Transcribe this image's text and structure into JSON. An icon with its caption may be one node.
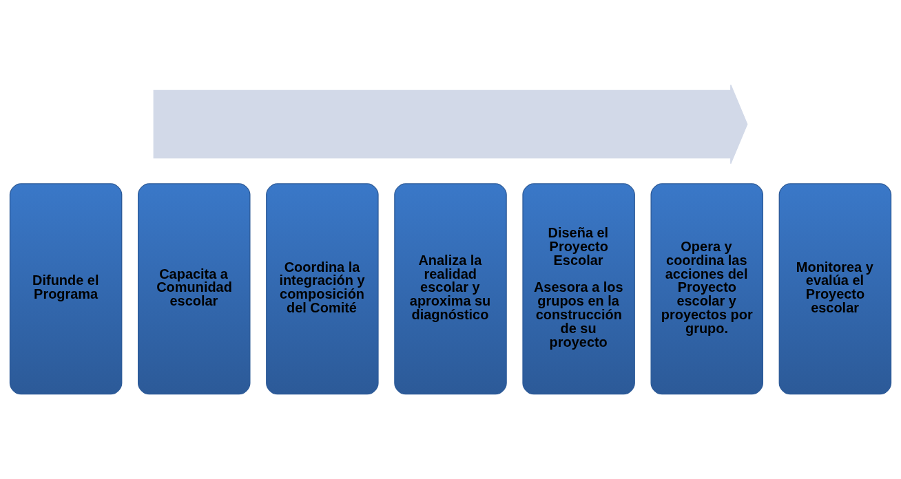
{
  "diagram": {
    "nodes": [
      {
        "text": [],
        "shape": "arrow"
      },
      {
        "text": [
          "Difunde el Programa"
        ]
      },
      {
        "text": [
          "Capacita a Comunidad escolar"
        ]
      },
      {
        "text": [
          "Coordina la integración y composición del Comité"
        ]
      },
      {
        "text": [
          "Analiza la realidad escolar y aproxima su diagnóstico"
        ]
      },
      {
        "text": [
          "Diseña el Proyecto Escolar",
          "Asesora a los grupos en la construcción de su proyecto"
        ]
      },
      {
        "text": [
          "Opera y coordina las acciones del Proyecto escolar y proyectos por grupo."
        ]
      },
      {
        "text": [
          "Monitorea y evalúa el Proyecto escolar"
        ]
      }
    ],
    "edges": []
  }
}
